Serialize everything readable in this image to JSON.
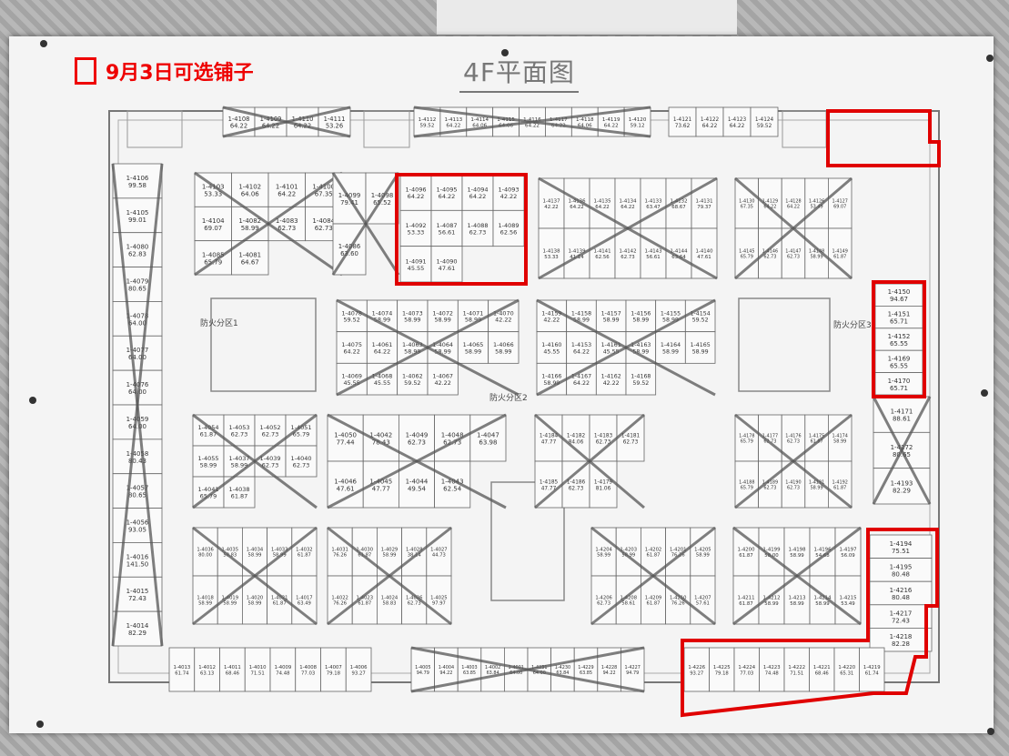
{
  "legend": {
    "label": "9月3日可选铺子"
  },
  "title": "4F平面图",
  "zones": [
    "防火分区1",
    "防火分区2",
    "防火分区3"
  ],
  "available_color": "#e00000",
  "blocks": [
    {
      "id": "top-corridor-left",
      "units": [
        {
          "no": "1-4108",
          "area": "64.22"
        },
        {
          "no": "1-4109",
          "area": "64.22"
        },
        {
          "no": "1-4110",
          "area": "64.22"
        },
        {
          "no": "1-4111",
          "area": "53.26"
        }
      ],
      "crossed": true
    },
    {
      "id": "top-corridor-mid",
      "units": [
        {
          "no": "1-4112",
          "area": "59.52"
        },
        {
          "no": "1-4113",
          "area": "64.22"
        },
        {
          "no": "1-4114",
          "area": "64.06"
        },
        {
          "no": "1-4115",
          "area": "64.06"
        },
        {
          "no": "1-4116",
          "area": "64.22"
        },
        {
          "no": "1-4117",
          "area": "64.22"
        },
        {
          "no": "1-4118",
          "area": "64.06"
        },
        {
          "no": "1-4119",
          "area": "64.22"
        },
        {
          "no": "1-4120",
          "area": "59.12"
        }
      ],
      "crossed": true
    },
    {
      "id": "top-corridor-right",
      "units": [
        {
          "no": "1-4121",
          "area": "73.62"
        },
        {
          "no": "1-4122",
          "area": "64.22"
        },
        {
          "no": "1-4123",
          "area": "64.22"
        },
        {
          "no": "1-4124",
          "area": "59.52"
        }
      ],
      "crossed": false
    },
    {
      "id": "block-a",
      "units": [
        {
          "no": "1-4103",
          "area": "53.33"
        },
        {
          "no": "1-4102",
          "area": "64.06"
        },
        {
          "no": "1-4101",
          "area": "64.22"
        },
        {
          "no": "1-4100",
          "area": "67.35"
        },
        {
          "no": "1-4104",
          "area": "69.07"
        },
        {
          "no": "1-4082",
          "area": "58.99"
        },
        {
          "no": "1-4083",
          "area": "62.73"
        },
        {
          "no": "1-4084",
          "area": "62.73"
        },
        {
          "no": "1-4085",
          "area": "65.79"
        },
        {
          "no": "1-4081",
          "area": "64.67"
        }
      ],
      "crossed": true
    },
    {
      "id": "block-b",
      "units": [
        {
          "no": "1-4099",
          "area": "79.41"
        },
        {
          "no": "1-4098",
          "area": "65.52"
        },
        {
          "no": "1-4086",
          "area": "63.60"
        }
      ],
      "crossed": true
    },
    {
      "id": "block-c-available",
      "units": [
        {
          "no": "1-4096",
          "area": "64.22"
        },
        {
          "no": "1-4095",
          "area": "64.22"
        },
        {
          "no": "1-4094",
          "area": "64.22"
        },
        {
          "no": "1-4093",
          "area": "42.22"
        },
        {
          "no": "1-4092",
          "area": "53.33"
        },
        {
          "no": "1-4087",
          "area": "56.61"
        },
        {
          "no": "1-4088",
          "area": "62.73"
        },
        {
          "no": "1-4089",
          "area": "62.56"
        },
        {
          "no": "1-4091",
          "area": "45.55"
        },
        {
          "no": "1-4090",
          "area": "47.61"
        }
      ],
      "crossed": false
    },
    {
      "id": "block-d",
      "units": [
        {
          "no": "1-4137",
          "area": "42.22"
        },
        {
          "no": "1-4136",
          "area": "64.22"
        },
        {
          "no": "1-4135",
          "area": "64.22"
        },
        {
          "no": "1-4134",
          "area": "64.22"
        },
        {
          "no": "1-4133",
          "area": "63.47"
        },
        {
          "no": "1-4132",
          "area": "68.67"
        },
        {
          "no": "1-4131",
          "area": "79.37"
        },
        {
          "no": "1-4138",
          "area": "53.33"
        },
        {
          "no": "1-4139",
          "area": "41.14"
        },
        {
          "no": "1-4141",
          "area": "62.56"
        },
        {
          "no": "1-4142",
          "area": "62.73"
        },
        {
          "no": "1-4143",
          "area": "56.61"
        },
        {
          "no": "1-4144",
          "area": "63.64"
        },
        {
          "no": "1-4140",
          "area": "47.61"
        }
      ],
      "crossed": true
    },
    {
      "id": "block-e",
      "units": [
        {
          "no": "1-4130",
          "area": "67.35"
        },
        {
          "no": "1-4129",
          "area": "64.22"
        },
        {
          "no": "1-4128",
          "area": "64.22"
        },
        {
          "no": "1-4126",
          "area": "53.49"
        },
        {
          "no": "1-4127",
          "area": "69.07"
        },
        {
          "no": "1-4145",
          "area": "65.79"
        },
        {
          "no": "1-4146",
          "area": "62.73"
        },
        {
          "no": "1-4147",
          "area": "62.73"
        },
        {
          "no": "1-4148",
          "area": "58.99"
        },
        {
          "no": "1-4149",
          "area": "61.87"
        }
      ],
      "crossed": true
    },
    {
      "id": "block-f-right-available",
      "units": [
        {
          "no": "1-4150",
          "area": "94.67"
        },
        {
          "no": "1-4151",
          "area": "65.71"
        },
        {
          "no": "1-4152",
          "area": "65.55"
        },
        {
          "no": "1-4169",
          "area": "65.55"
        },
        {
          "no": "1-4170",
          "area": "65.71"
        }
      ],
      "crossed": false
    },
    {
      "id": "block-g",
      "units": [
        {
          "no": "1-4078",
          "area": "59.52"
        },
        {
          "no": "1-4074",
          "area": "58.99"
        },
        {
          "no": "1-4073",
          "area": "58.99"
        },
        {
          "no": "1-4072",
          "area": "58.99"
        },
        {
          "no": "1-4071",
          "area": "58.99"
        },
        {
          "no": "1-4070",
          "area": "42.22"
        },
        {
          "no": "1-4075",
          "area": "64.22"
        },
        {
          "no": "1-4061",
          "area": "64.22"
        },
        {
          "no": "1-4063",
          "area": "58.99"
        },
        {
          "no": "1-4064",
          "area": "58.99"
        },
        {
          "no": "1-4065",
          "area": "58.99"
        },
        {
          "no": "1-4066",
          "area": "58.99"
        },
        {
          "no": "1-4069",
          "area": "45.55"
        },
        {
          "no": "1-4068",
          "area": "45.55"
        },
        {
          "no": "1-4062",
          "area": "59.52"
        },
        {
          "no": "1-4067",
          "area": "42.22"
        }
      ],
      "crossed": true
    },
    {
      "id": "block-h",
      "units": [
        {
          "no": "1-4159",
          "area": "42.22"
        },
        {
          "no": "1-4158",
          "area": "58.99"
        },
        {
          "no": "1-4157",
          "area": "58.99"
        },
        {
          "no": "1-4156",
          "area": "58.99"
        },
        {
          "no": "1-4155",
          "area": "58.99"
        },
        {
          "no": "1-4154",
          "area": "59.52"
        },
        {
          "no": "1-4160",
          "area": "45.55"
        },
        {
          "no": "1-4153",
          "area": "64.22"
        },
        {
          "no": "1-4161",
          "area": "45.55"
        },
        {
          "no": "1-4163",
          "area": "58.99"
        },
        {
          "no": "1-4164",
          "area": "58.99"
        },
        {
          "no": "1-4165",
          "area": "58.99"
        },
        {
          "no": "1-4166",
          "area": "58.99"
        },
        {
          "no": "1-4167",
          "area": "64.22"
        },
        {
          "no": "1-4162",
          "area": "42.22"
        },
        {
          "no": "1-4168",
          "area": "59.52"
        }
      ],
      "crossed": true
    },
    {
      "id": "left-column",
      "units": [
        {
          "no": "1-4106",
          "area": "99.58"
        },
        {
          "no": "1-4105",
          "area": "99.01"
        },
        {
          "no": "1-4080",
          "area": "62.83"
        },
        {
          "no": "1-4079",
          "area": "80.65"
        },
        {
          "no": "1-4078",
          "area": "64.00"
        },
        {
          "no": "1-4077",
          "area": "64.00"
        },
        {
          "no": "1-4076",
          "area": "64.00"
        },
        {
          "no": "1-4059",
          "area": "64.00"
        },
        {
          "no": "1-4058",
          "area": "80.43"
        },
        {
          "no": "1-4057",
          "area": "80.65"
        },
        {
          "no": "1-4056",
          "area": "93.05"
        },
        {
          "no": "1-4016",
          "area": "141.50"
        },
        {
          "no": "1-4015",
          "area": "72.43"
        },
        {
          "no": "1-4014",
          "area": "82.29"
        }
      ],
      "crossed": true
    },
    {
      "id": "block-i",
      "units": [
        {
          "no": "1-4054",
          "area": "61.87"
        },
        {
          "no": "1-4053",
          "area": "62.73"
        },
        {
          "no": "1-4052",
          "area": "62.73"
        },
        {
          "no": "1-4051",
          "area": "65.79"
        },
        {
          "no": "1-4055",
          "area": "58.99"
        },
        {
          "no": "1-4037",
          "area": "58.99"
        },
        {
          "no": "1-4039",
          "area": "62.73"
        },
        {
          "no": "1-4040",
          "area": "62.73"
        },
        {
          "no": "1-4041",
          "area": "65.79"
        },
        {
          "no": "1-4038",
          "area": "61.87"
        }
      ],
      "crossed": true
    },
    {
      "id": "block-j",
      "units": [
        {
          "no": "1-4050",
          "area": "77.44"
        },
        {
          "no": "1-4042",
          "area": "78.43"
        },
        {
          "no": "1-4049",
          "area": "62.73"
        },
        {
          "no": "1-4048",
          "area": "62.73"
        },
        {
          "no": "1-4047",
          "area": "63.98"
        },
        {
          "no": "1-4046",
          "area": "47.61"
        },
        {
          "no": "1-4045",
          "area": "47.77"
        },
        {
          "no": "1-4044",
          "area": "49.54"
        },
        {
          "no": "1-4043",
          "area": "62.54"
        }
      ],
      "crossed": true
    },
    {
      "id": "block-k",
      "units": [
        {
          "no": "1-4184",
          "area": "47.77"
        },
        {
          "no": "1-4182",
          "area": "84.06"
        },
        {
          "no": "1-4183",
          "area": "62.73"
        },
        {
          "no": "1-4181",
          "area": "62.73"
        },
        {
          "no": "1-4185",
          "area": "47.77"
        },
        {
          "no": "1-4186",
          "area": "62.73"
        },
        {
          "no": "1-4179",
          "area": "81.06"
        }
      ],
      "crossed": true
    },
    {
      "id": "block-l",
      "units": [
        {
          "no": "1-4178",
          "area": "65.79"
        },
        {
          "no": "1-4177",
          "area": "62.73"
        },
        {
          "no": "1-4176",
          "area": "62.73"
        },
        {
          "no": "1-4175",
          "area": "61.87"
        },
        {
          "no": "1-4174",
          "area": "58.99"
        },
        {
          "no": "1-4188",
          "area": "65.79"
        },
        {
          "no": "1-4189",
          "area": "62.73"
        },
        {
          "no": "1-4190",
          "area": "62.73"
        },
        {
          "no": "1-4191",
          "area": "58.99"
        },
        {
          "no": "1-4192",
          "area": "61.87"
        }
      ],
      "crossed": true
    },
    {
      "id": "right-mid-column",
      "units": [
        {
          "no": "1-4171",
          "area": "88.61"
        },
        {
          "no": "1-4172",
          "area": "80.65"
        },
        {
          "no": "1-4193",
          "area": "82.29"
        }
      ],
      "crossed": true
    },
    {
      "id": "block-m",
      "units": [
        {
          "no": "1-4036",
          "area": "80.00"
        },
        {
          "no": "1-4035",
          "area": "58.83"
        },
        {
          "no": "1-4034",
          "area": "58.99"
        },
        {
          "no": "1-4033",
          "area": "58.99"
        },
        {
          "no": "1-4032",
          "area": "61.87"
        },
        {
          "no": "1-4018",
          "area": "58.99"
        },
        {
          "no": "1-4019",
          "area": "58.99"
        },
        {
          "no": "1-4020",
          "area": "58.99"
        },
        {
          "no": "1-4021",
          "area": "61.87"
        },
        {
          "no": "1-4017",
          "area": "63.49"
        }
      ],
      "crossed": true
    },
    {
      "id": "block-n",
      "units": [
        {
          "no": "1-4031",
          "area": "76.26"
        },
        {
          "no": "1-4030",
          "area": "61.87"
        },
        {
          "no": "1-4029",
          "area": "58.99"
        },
        {
          "no": "1-4028",
          "area": "38.14"
        },
        {
          "no": "1-4027",
          "area": "44.73"
        },
        {
          "no": "1-4022",
          "area": "76.26"
        },
        {
          "no": "1-4023",
          "area": "61.87"
        },
        {
          "no": "1-4024",
          "area": "58.83"
        },
        {
          "no": "1-4026",
          "area": "62.73"
        },
        {
          "no": "1-4025",
          "area": "97.97"
        }
      ],
      "crossed": true
    },
    {
      "id": "block-o",
      "units": [
        {
          "no": "1-4204",
          "area": "58.99"
        },
        {
          "no": "1-4203",
          "area": "58.99"
        },
        {
          "no": "1-4202",
          "area": "61.87"
        },
        {
          "no": "1-4201",
          "area": "76.26"
        },
        {
          "no": "1-4205",
          "area": "58.99"
        },
        {
          "no": "1-4206",
          "area": "62.73"
        },
        {
          "no": "1-4208",
          "area": "58.61"
        },
        {
          "no": "1-4209",
          "area": "61.87"
        },
        {
          "no": "1-4210",
          "area": "76.26"
        },
        {
          "no": "1-4207",
          "area": "57.61"
        }
      ],
      "crossed": true
    },
    {
      "id": "block-p",
      "units": [
        {
          "no": "1-4200",
          "area": "61.87"
        },
        {
          "no": "1-4199",
          "area": "58.00"
        },
        {
          "no": "1-4198",
          "area": "58.99"
        },
        {
          "no": "1-4196",
          "area": "54.68"
        },
        {
          "no": "1-4197",
          "area": "56.09"
        },
        {
          "no": "1-4211",
          "area": "61.87"
        },
        {
          "no": "1-4212",
          "area": "58.99"
        },
        {
          "no": "1-4213",
          "area": "58.99"
        },
        {
          "no": "1-4214",
          "area": "58.99"
        },
        {
          "no": "1-4215",
          "area": "53.49"
        }
      ],
      "crossed": true
    },
    {
      "id": "right-bottom-available",
      "units": [
        {
          "no": "1-4194",
          "area": "75.51"
        },
        {
          "no": "1-4195",
          "area": "80.48"
        },
        {
          "no": "1-4216",
          "area": "80.48"
        },
        {
          "no": "1-4217",
          "area": "72.43"
        },
        {
          "no": "1-4218",
          "area": "82.28"
        }
      ],
      "crossed": false
    },
    {
      "id": "bottom-row-left",
      "units": [
        {
          "no": "1-4013",
          "area": "61.74"
        },
        {
          "no": "1-4012",
          "area": "63.13"
        },
        {
          "no": "1-4011",
          "area": "68.46"
        },
        {
          "no": "1-4010",
          "area": "71.51"
        },
        {
          "no": "1-4009",
          "area": "74.48"
        },
        {
          "no": "1-4008",
          "area": "77.03"
        },
        {
          "no": "1-4007",
          "area": "79.18"
        },
        {
          "no": "1-4006",
          "area": "93.27"
        }
      ],
      "crossed": false
    },
    {
      "id": "bottom-row-mid",
      "units": [
        {
          "no": "1-4005",
          "area": "94.79"
        },
        {
          "no": "1-4004",
          "area": "94.22"
        },
        {
          "no": "1-4003",
          "area": "63.85"
        },
        {
          "no": "1-4002",
          "area": "63.84"
        },
        {
          "no": "1-4001",
          "area": "64.00"
        },
        {
          "no": "1-4231",
          "area": "64.00"
        },
        {
          "no": "1-4230",
          "area": "63.84"
        },
        {
          "no": "1-4229",
          "area": "63.85"
        },
        {
          "no": "1-4228",
          "area": "94.22"
        },
        {
          "no": "1-4227",
          "area": "94.79"
        }
      ],
      "crossed": true
    },
    {
      "id": "bottom-row-right-available",
      "units": [
        {
          "no": "1-4226",
          "area": "93.27"
        },
        {
          "no": "1-4225",
          "area": "79.18"
        },
        {
          "no": "1-4224",
          "area": "77.03"
        },
        {
          "no": "1-4223",
          "area": "74.48"
        },
        {
          "no": "1-4222",
          "area": "71.51"
        },
        {
          "no": "1-4221",
          "area": "68.46"
        },
        {
          "no": "1-4220",
          "area": "65.31"
        },
        {
          "no": "1-4219",
          "area": "61.74"
        }
      ],
      "crossed": false
    }
  ]
}
